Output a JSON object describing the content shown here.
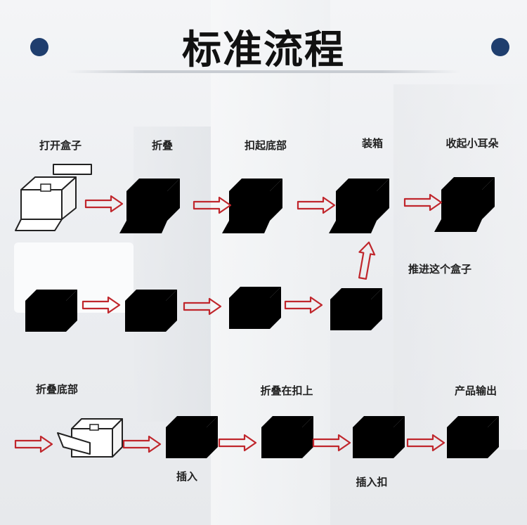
{
  "title": "标准流程",
  "colors": {
    "accent_dot": "#1f3e6e",
    "arrow": "#c0262c",
    "outline": "#222222"
  },
  "steps_row1": [
    "打开盒子",
    "折叠",
    "扣起底部",
    "装箱",
    "收起小耳朵"
  ],
  "side_note": "推进这个盒子",
  "row3_top_labels": [
    "折叠底部",
    "折叠在扣上",
    "产品输出"
  ],
  "row3_bottom_labels": [
    "插入",
    "插入扣"
  ]
}
